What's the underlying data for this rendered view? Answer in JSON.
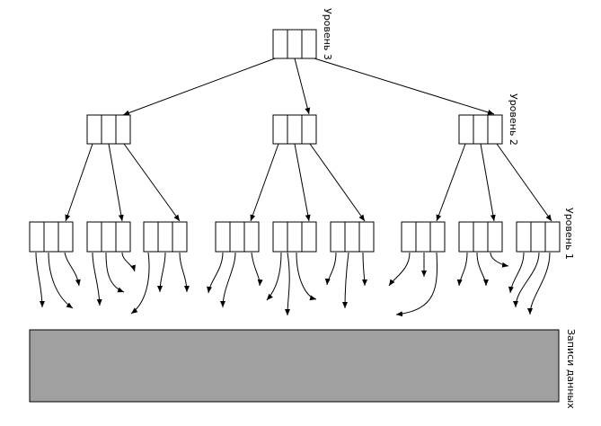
{
  "labels": {
    "level3": "Уровень 3",
    "level2": "Уровень 2",
    "level1": "Уровень 1",
    "records": "Записи данных"
  },
  "colors": {
    "line": "#000000",
    "records_fill": "#a0a0a0",
    "node_fill": "#ffffff"
  },
  "tree": {
    "levels": 3,
    "cells_per_node": 3,
    "children_per_node": 3
  }
}
